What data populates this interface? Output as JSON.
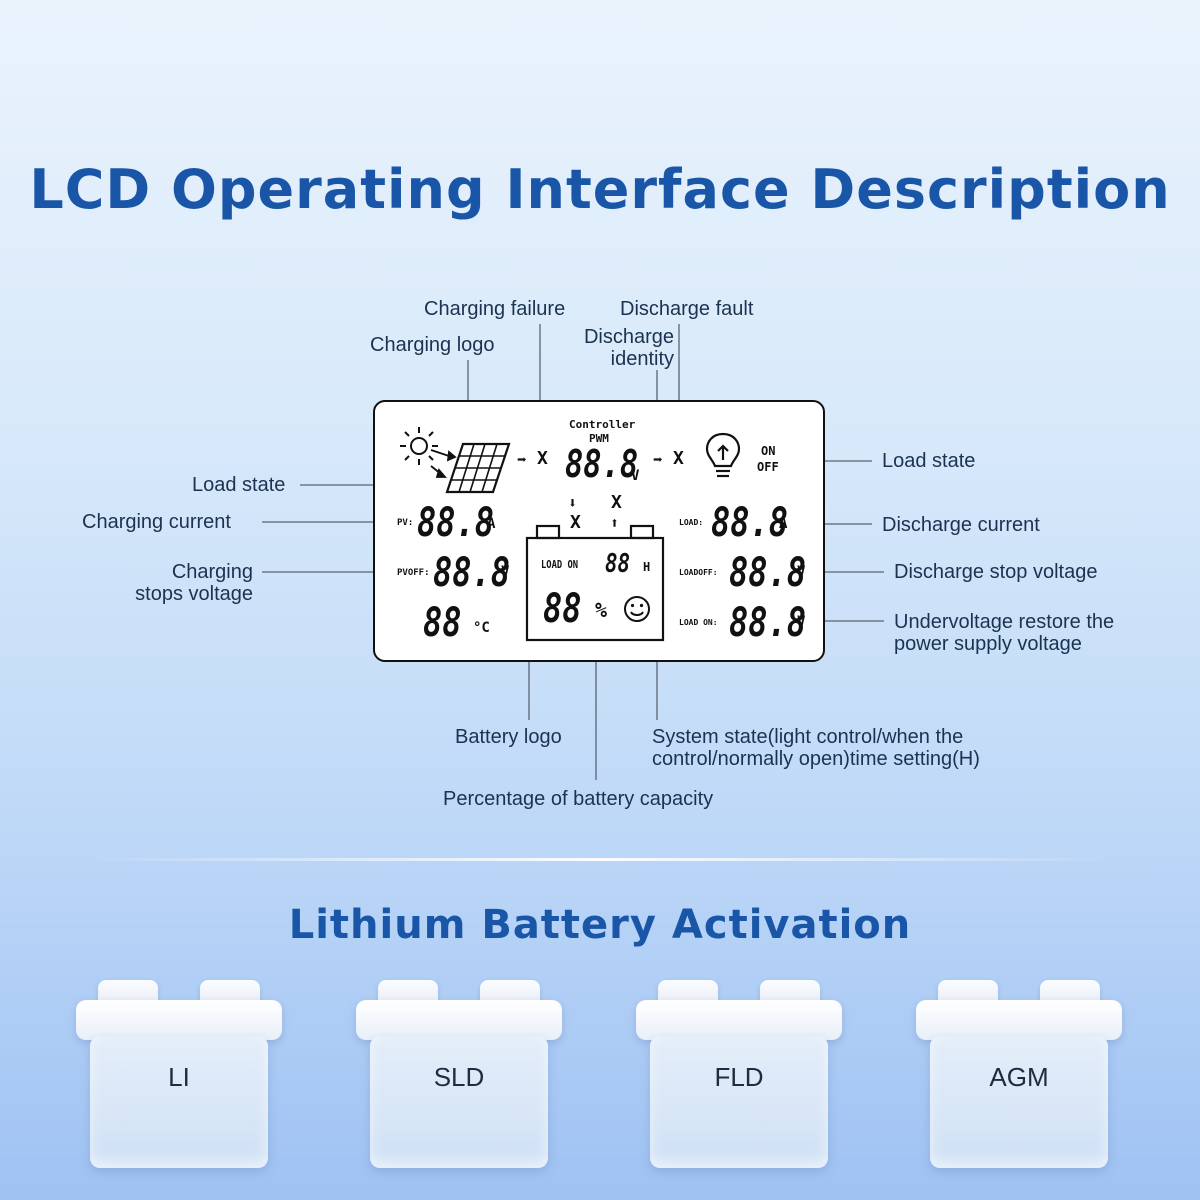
{
  "page": {
    "title": "LCD Operating Interface Description",
    "subtitle": "Lithium Battery Activation"
  },
  "annotations": {
    "charging_failure": "Charging failure",
    "discharge_fault": "Discharge fault",
    "charging_logo": "Charging logo",
    "discharge_identity": "Discharge\nidentity",
    "load_state_left": "Load state",
    "load_state_right": "Load state",
    "charging_current": "Charging current",
    "discharge_current": "Discharge current",
    "charging_stops_voltage": "Charging\nstops voltage",
    "discharge_stop_voltage": "Discharge stop voltage",
    "undervoltage_restore": "Undervoltage restore the\npower supply voltage",
    "battery_logo": "Battery logo",
    "system_state": "System state(light control/when the\ncontrol/normally open)time setting(H)",
    "percentage_capacity": "Percentage of battery capacity"
  },
  "lcd": {
    "controller": "Controller",
    "pwm": "PWM",
    "top_digits": "88.8",
    "top_unit": "V",
    "on": "ON",
    "off": "OFF",
    "pv_label": "PV:",
    "pv_value": "88.8",
    "pv_unit": "A",
    "pvoff_label": "PVOFF:",
    "pvoff_value": "88.8",
    "pvoff_unit": "V",
    "temp_value": "88",
    "temp_unit": "°C",
    "load_label": "LOAD:",
    "load_value": "88.8",
    "load_unit": "A",
    "loadoff_label": "LOADOFF:",
    "loadoff_value": "88.8",
    "loadoff_unit": "V",
    "loadon_label": "LOAD ON:",
    "loadon_value": "88.8",
    "loadon_unit": "V",
    "battery_loadon": "LOAD ON",
    "battery_hours": "88",
    "battery_hours_unit": "H",
    "battery_percent": "88",
    "battery_percent_unit": "%",
    "x_mark": "X"
  },
  "battery_types": [
    "LI",
    "SLD",
    "FLD",
    "AGM"
  ],
  "colors": {
    "title": "#1a56a8",
    "dot": "#1d4f96",
    "line": "#5a6472",
    "text": "#1b3350"
  }
}
